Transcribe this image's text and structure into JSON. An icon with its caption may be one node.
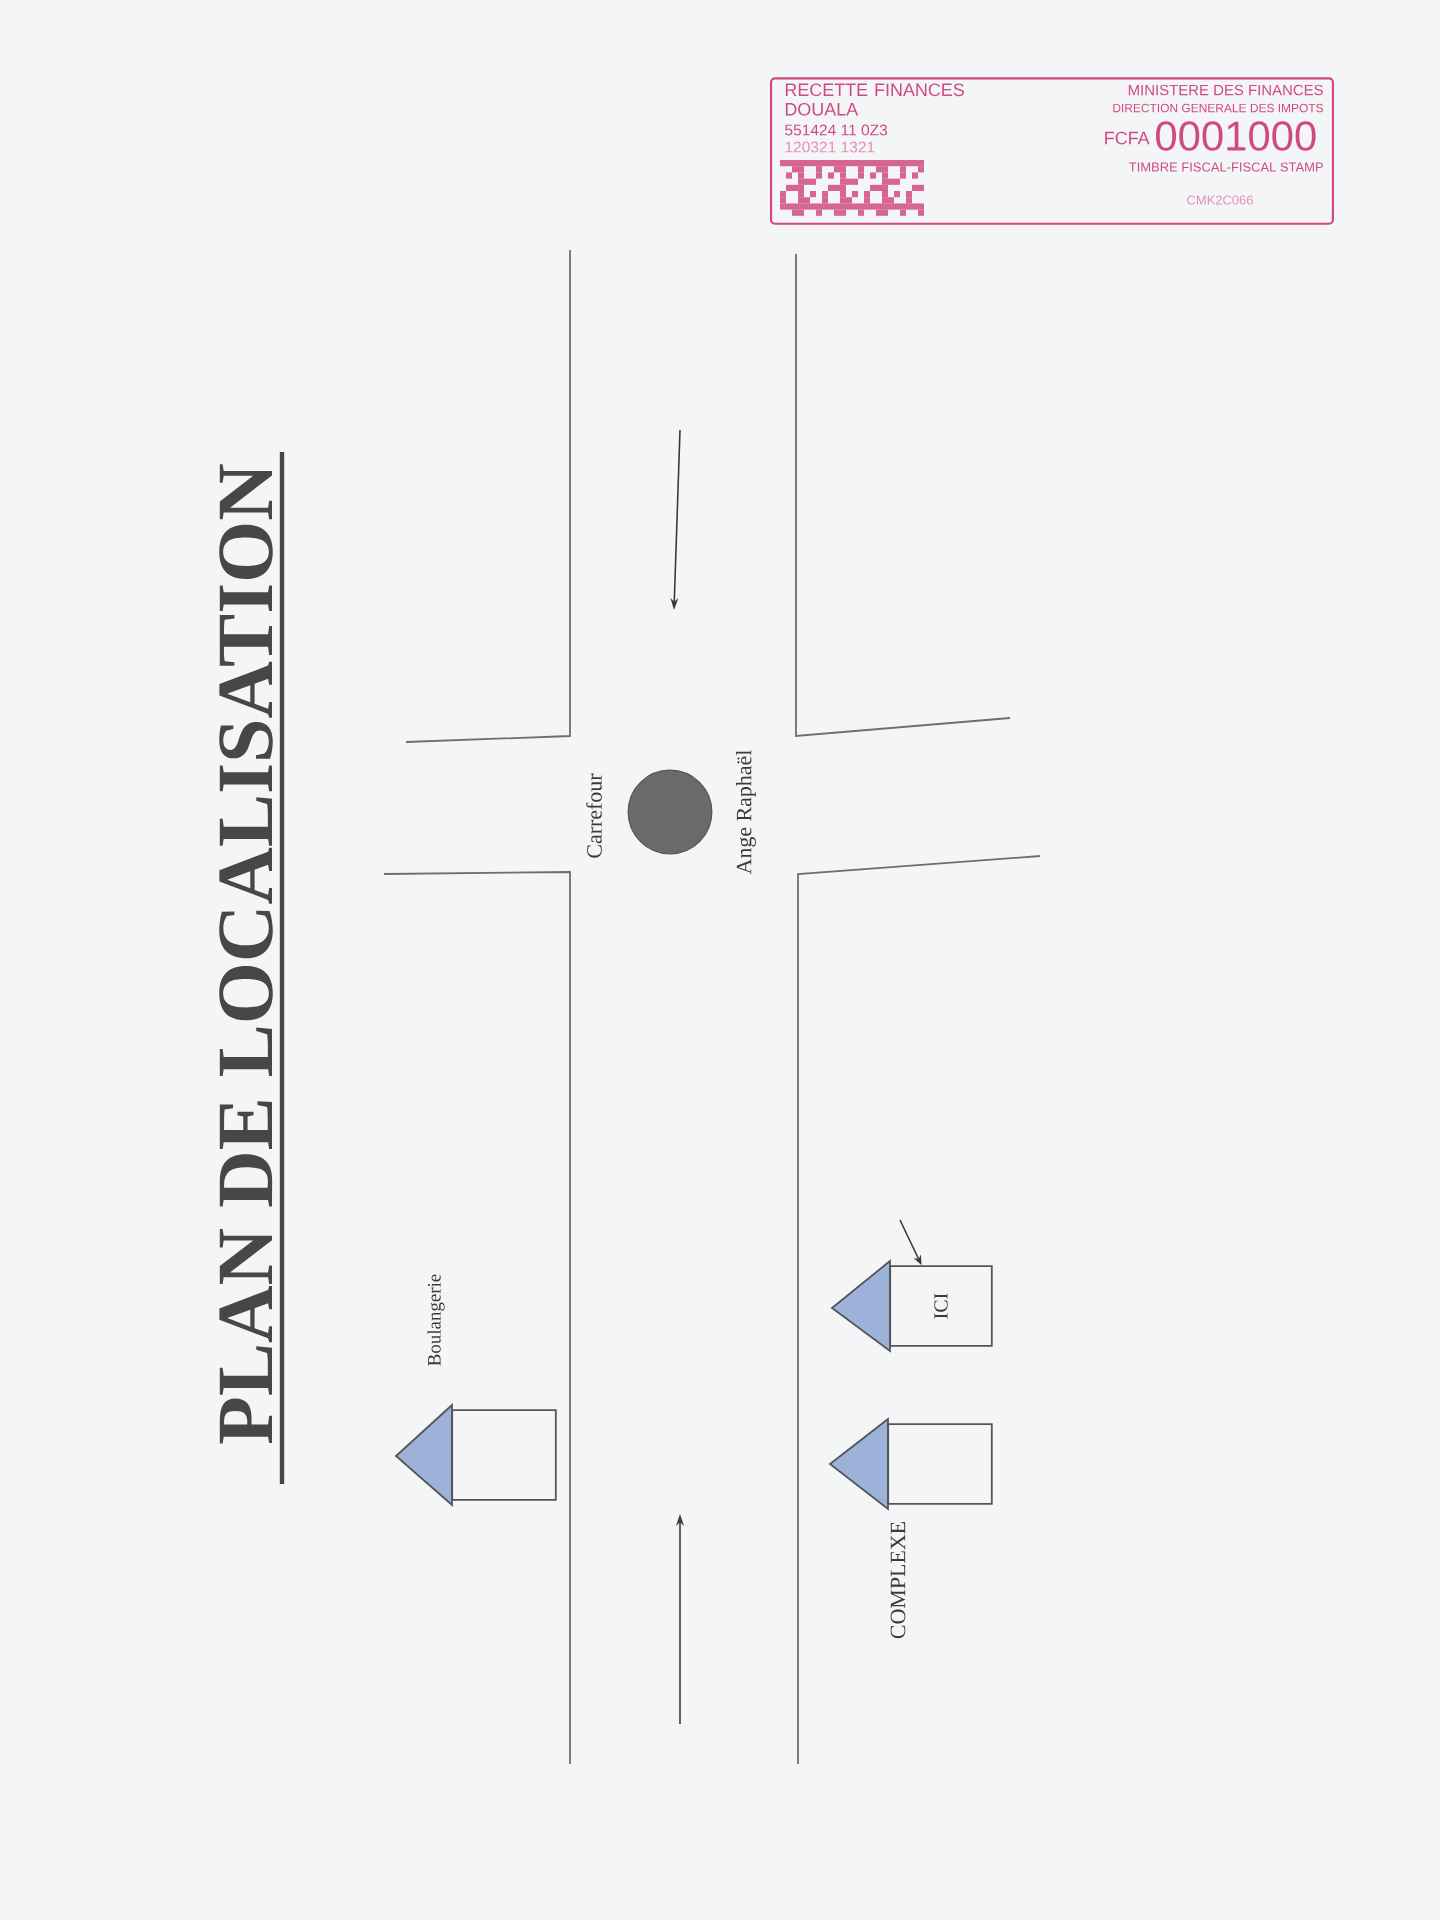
{
  "diagram": {
    "title": "PLAN DE LOCALISATION",
    "nodes": [
      {
        "text": [
          "RECETTE FINANCES DOUALA",
          "551424 11 0Z3",
          "120321 1321",
          "MINISTERE DES FINANCES",
          "DIRECTION GENERALE DES IMPOTS",
          "FCFA",
          "0001000",
          "TIMBRE FISCAL-FISCAL STAMP",
          "CMK2C066"
        ]
      },
      {
        "text": [],
        "shape": "circle",
        "beside": [
          "Carrefour",
          "Ange Raphaël"
        ]
      },
      {
        "text": [],
        "shape": "house",
        "beside": [
          "Boulangerie"
        ]
      },
      {
        "text": [
          "ICI"
        ]
      },
      {
        "text": [],
        "shape": "house",
        "beside": [
          "COMPLEXE"
        ]
      }
    ],
    "edges": [
      {
        "from": null,
        "to": 3,
        "arrow": "to"
      }
    ]
  }
}
